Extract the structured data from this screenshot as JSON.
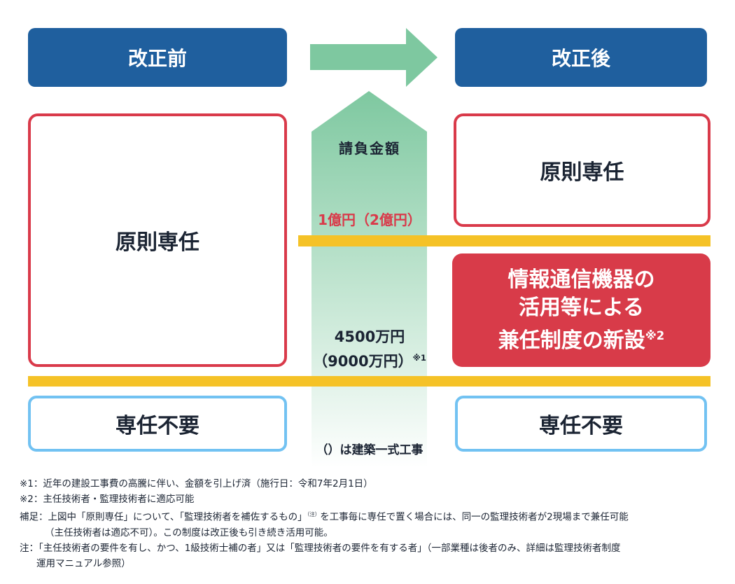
{
  "headers": {
    "before": "改正前",
    "after": "改正後"
  },
  "before": {
    "principal": "原則専任",
    "not_required": "専任不要"
  },
  "after": {
    "principal": "原則専任",
    "new_system_lines": [
      "情報通信機器の",
      "活用等による",
      "兼任制度の新設"
    ],
    "new_system_mark": "※2",
    "not_required": "専任不要"
  },
  "arrow": {
    "label": "請負金額",
    "upper_threshold": "1億円（2億円）",
    "lower_threshold_line1": "4500万円",
    "lower_threshold_line2": "（9000万円）",
    "lower_threshold_mark": "※1",
    "paren_note": "（）は建築一式工事"
  },
  "colors": {
    "header": "#1f5f9e",
    "red": "#d93a4a",
    "yellow": "#f5c227",
    "blue": "#72c2f2",
    "green": "#7ec8a0"
  },
  "notes": [
    "※1：近年の建設工事費の高騰に伴い、金額を引上げ済（施行日：令和7年2月1日）",
    "※2：主任技術者・監理技術者に適応可能",
    "補足：上図中「原則専任」について、「監理技術者を補佐するもの」",
    "（注）",
    "を工事毎に専任で置く場合には、同一の監理技術者が2現場まで兼任可能",
    "（主任技術者は適応不可）。この制度は改正後も引き続き活用可能。",
    "注：「主任技術者の要件を有し、かつ、1級技術士補の者」又は「監理技術者の要件を有する者」（一部業種は後者のみ、詳細は監理技術者制度",
    "運用マニュアル参照）"
  ]
}
